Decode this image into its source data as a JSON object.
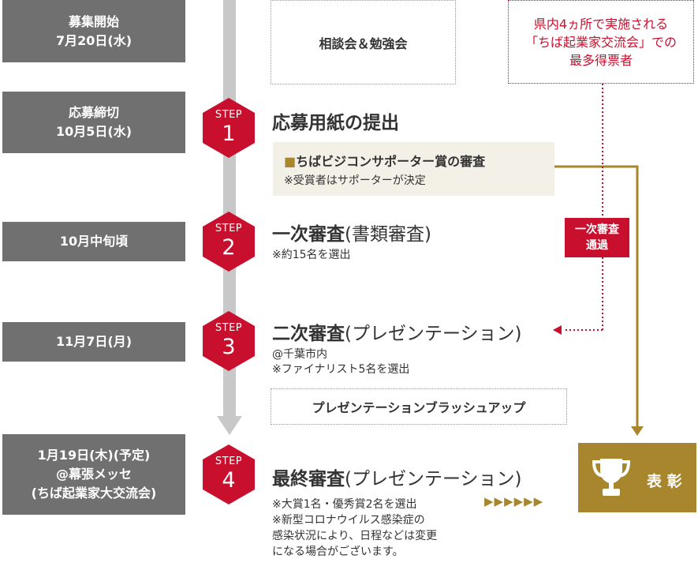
{
  "timeline": {
    "dates": [
      {
        "lines": [
          "募集開始",
          "7月20日(水)"
        ]
      },
      {
        "lines": [
          "応募締切",
          "10月5日(水)"
        ]
      },
      {
        "lines": [
          "10月中旬頃"
        ]
      },
      {
        "lines": [
          "11月7日(月)"
        ]
      },
      {
        "lines": [
          "1月19日(木)(予定)",
          "@幕張メッセ",
          "(ちば起業家大交流会)"
        ]
      }
    ]
  },
  "consult_label": "相談会＆勉強会",
  "steps": [
    {
      "word": "STEP",
      "num": "1",
      "title": "応募用紙の提出",
      "paren": "",
      "notes": []
    },
    {
      "word": "STEP",
      "num": "2",
      "title": "一次審査",
      "paren": "(書類審査)",
      "notes": [
        "※約15名を選出"
      ]
    },
    {
      "word": "STEP",
      "num": "3",
      "title": "二次審査",
      "paren": "(プレゼンテーション)",
      "notes": [
        "@千葉市内",
        "※ファイナリスト5名を選出"
      ]
    },
    {
      "word": "STEP",
      "num": "4",
      "title": "最終審査",
      "paren": "(プレゼンテーション)",
      "notes": [
        "※大賞1名・優秀賞2名を選出",
        "※新型コロナウイルス感染症の",
        "感染状況により、日程などは変更",
        "になる場合がございます。"
      ]
    }
  ],
  "supporter": {
    "square": "■",
    "title": "ちばビジコンサポーター賞の審査",
    "note": "※受賞者はサポーターが決定"
  },
  "brushup_label": "プレゼンテーションブラッシュアップ",
  "passed_tag": [
    "一次審査",
    "通過"
  ],
  "exchange_box": [
    "県内4ヵ所で実施される",
    "「ちば起業家交流会」での",
    "最多得票者"
  ],
  "award_label": "表 彰",
  "arrows_text": "▶▶▶▶▶▶",
  "colors": {
    "red": "#c8102e",
    "gold": "#a8862e",
    "gray": "#707070",
    "timeline": "#c8c8c8"
  }
}
